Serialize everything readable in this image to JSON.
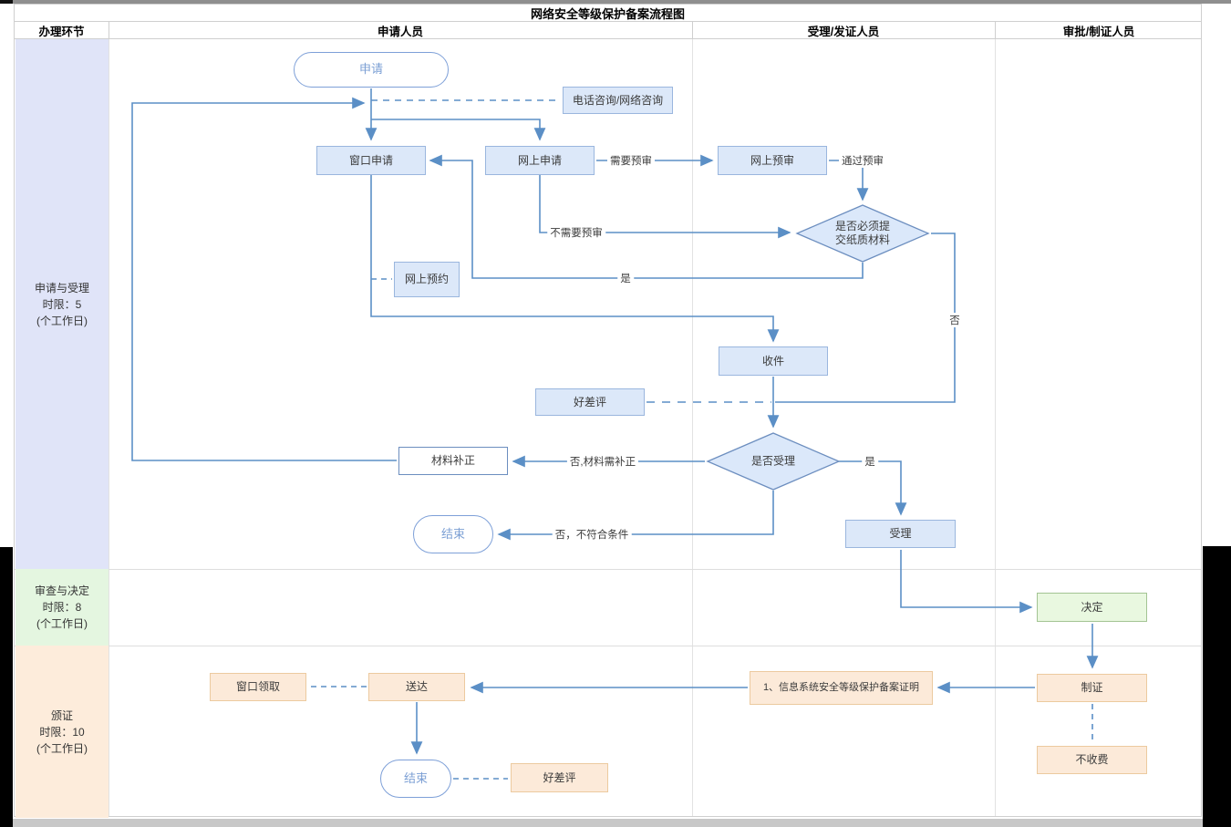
{
  "title": "网络安全等级保护备案流程图",
  "header": {
    "columns": [
      "办理环节",
      "申请人员",
      "受理/发证人员",
      "审批/制证人员"
    ]
  },
  "lanes": {
    "rows": [
      {
        "lines": [
          "申请与受理",
          "时限：5",
          "(个工作日)"
        ]
      },
      {
        "lines": [
          "审查与决定",
          "时限：8",
          "(个工作日)"
        ]
      },
      {
        "lines": [
          "颁证",
          "时限：10",
          "(个工作日)"
        ]
      }
    ]
  },
  "nodes": {
    "apply": "申请",
    "phone_consult": "电话咨询/网络咨询",
    "window_apply": "窗口申请",
    "online_apply": "网上申请",
    "online_preview": "网上预审",
    "paper_q_line1": "是否必须提",
    "paper_q_line2": "交纸质材料",
    "online_appointment": "网上预约",
    "receive": "收件",
    "review_top": "好差评",
    "accept_q": "是否受理",
    "material_fix": "材料补正",
    "end_mid": "结束",
    "accept": "受理",
    "decide": "决定",
    "make_cert": "制证",
    "no_fee": "不收费",
    "certificate": "1、信息系统安全等级保护备案证明",
    "deliver": "送达",
    "window_pickup": "窗口领取",
    "end_bottom": "结束",
    "review_bottom": "好差评"
  },
  "edge_labels": {
    "need_preview": "需要预审",
    "pass_preview": "通过预审",
    "no_preview": "不需要预审",
    "yes_paper": "是",
    "no_paper": "否",
    "no_fix": "否,材料需补正",
    "yes_accept": "是",
    "no_reject": "否，不符合条件"
  },
  "colors": {
    "edge_blue": "#5b8fc6",
    "node_blue_fill": "#dce8f9",
    "node_blue_border": "#9ab6de",
    "diamond_fill": "#dbe8fa",
    "diamond_border": "#6c8ebf",
    "green_fill": "#e9f8e0",
    "green_border": "#a3c493",
    "peach_fill": "#fcead9",
    "peach_border": "#ecca9f",
    "lane_row1_bg": "#e0e4f8",
    "lane_row2_bg": "#e4f6e0",
    "lane_row3_bg": "#fdecdb"
  }
}
